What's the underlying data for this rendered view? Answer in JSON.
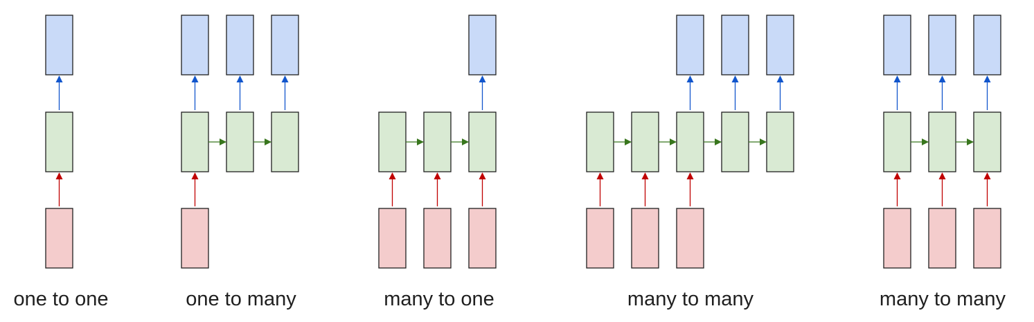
{
  "colors": {
    "input_fill": "#f4cccc",
    "hidden_fill": "#d9ead3",
    "output_fill": "#c9daf8",
    "box_stroke": "#1f1f1f",
    "input_arrow": "#c00000",
    "hidden_arrow": "#38761d",
    "output_arrow": "#1155cc"
  },
  "diagrams": [
    {
      "caption": "one to one",
      "num_hidden": 1,
      "inputs_at": [
        0
      ],
      "outputs_at": [
        0
      ]
    },
    {
      "caption": "one to many",
      "num_hidden": 3,
      "inputs_at": [
        0
      ],
      "outputs_at": [
        0,
        1,
        2
      ]
    },
    {
      "caption": "many to one",
      "num_hidden": 3,
      "inputs_at": [
        0,
        1,
        2
      ],
      "outputs_at": [
        2
      ]
    },
    {
      "caption": "many to many",
      "num_hidden": 5,
      "inputs_at": [
        0,
        1,
        2
      ],
      "outputs_at": [
        2,
        3,
        4
      ]
    },
    {
      "caption": "many to many",
      "num_hidden": 3,
      "inputs_at": [
        0,
        1,
        2
      ],
      "outputs_at": [
        0,
        1,
        2
      ]
    }
  ]
}
